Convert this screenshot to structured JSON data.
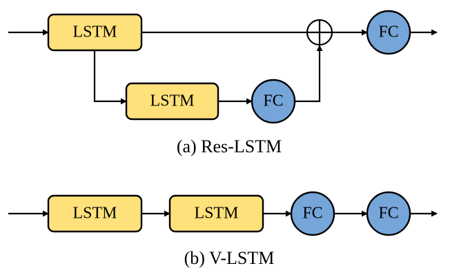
{
  "colors": {
    "lstm_fill": "#FEE17A",
    "fc_fill": "#76A5D9",
    "stroke": "#000000"
  },
  "icons": {
    "sum_node": "circled-plus-icon",
    "arrow": "arrow-right-icon"
  },
  "res_lstm": {
    "caption": "(a) Res-LSTM",
    "lstm_top_label": "LSTM",
    "lstm_bottom_label": "LSTM",
    "fc_branch_label": "FC",
    "fc_output_label": "FC"
  },
  "v_lstm": {
    "caption": "(b) V-LSTM",
    "lstm1_label": "LSTM",
    "lstm2_label": "LSTM",
    "fc1_label": "FC",
    "fc2_label": "FC"
  }
}
